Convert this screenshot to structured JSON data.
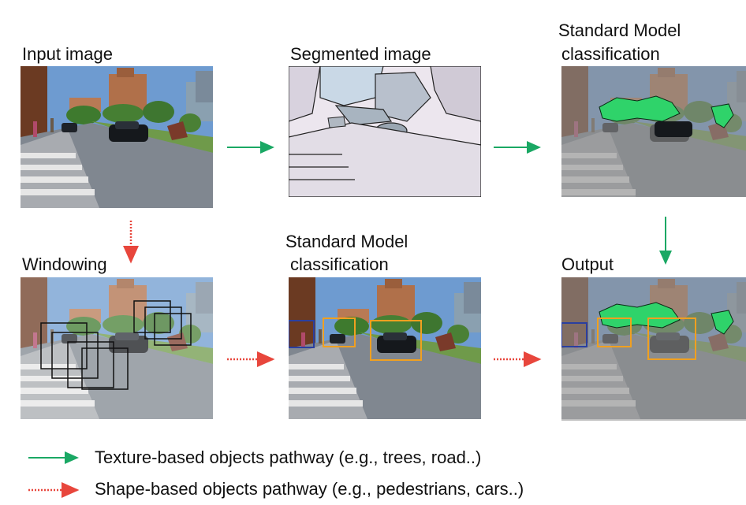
{
  "labels": {
    "input": "Input image",
    "segmented": "Segmented image",
    "sm_top_line1": "Standard Model",
    "sm_top_line2": "classification",
    "windowing": "Windowing",
    "sm_mid_line1": "Standard Model",
    "sm_mid_line2": "classification",
    "output": "Output"
  },
  "legend": {
    "texture": "Texture-based objects pathway (e.g., trees, road..)",
    "shape": "Shape-based objects pathway (e.g., pedestrians, cars..)"
  },
  "colors": {
    "texture_arrow": "#1aa864",
    "shape_arrow": "#e8463c",
    "tree_highlight": "#2fd36a",
    "box_orange": "#f0a020",
    "box_blue": "#2a3fa0"
  }
}
